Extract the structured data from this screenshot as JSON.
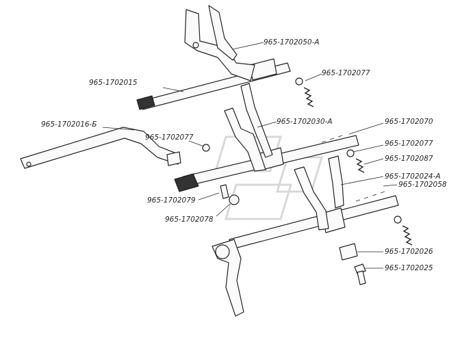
{
  "labels": {
    "p2050": "965-1702050-А",
    "p2015": "965-1702015",
    "p2077a": "965-1702077",
    "p2030": "965-1702030-А",
    "p2070": "965-1702070",
    "p2016": "965-1702016-Б",
    "p2077b": "965-1702077",
    "p2077c": "965-1702077",
    "p2087": "965-1702087",
    "p2024": "965-1702024-А",
    "p2058": "965-1702058",
    "p2079": "965-1702079",
    "p2078": "965-1702078",
    "p2026": "965-1702026",
    "p2025": "965-1702025"
  }
}
